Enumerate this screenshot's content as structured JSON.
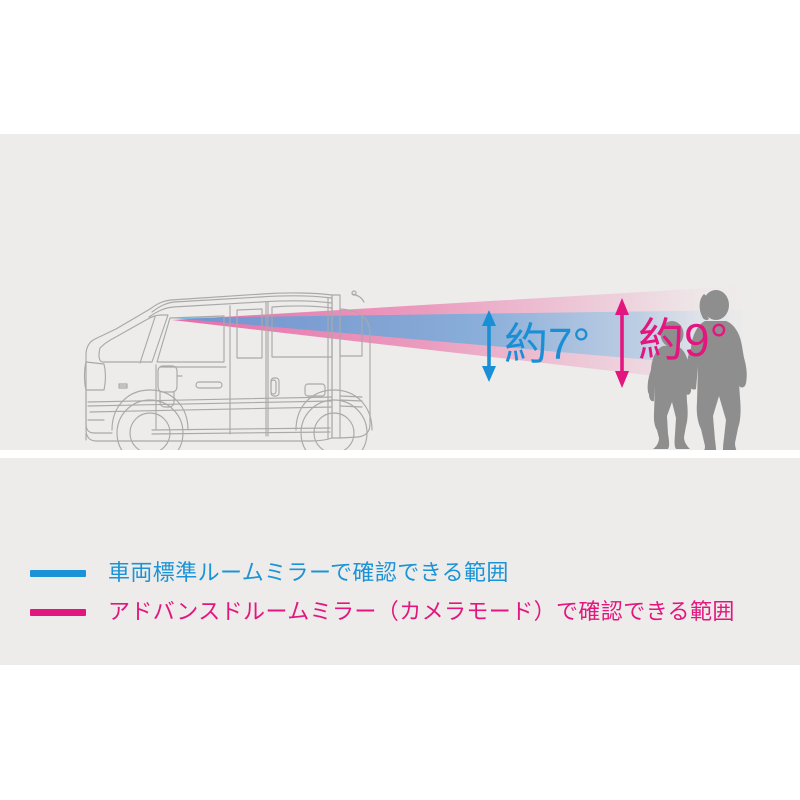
{
  "page": {
    "background_color": "#ffffff",
    "panel_color": "#edecea"
  },
  "diagram": {
    "title_hidden": "",
    "vehicle": {
      "name": "kei-van-side-view",
      "outline_color": "#a9a9a9",
      "description_hidden": ""
    },
    "pedestrians": {
      "adult_label": "adult-pedestrian-silhouette",
      "child_label": "child-pedestrian-silhouette",
      "color": "#8e8e8e"
    },
    "cones": [
      {
        "id": "standard-mirror-cone",
        "color": "#3aa6e0",
        "angle_text": "約7°",
        "origin": "room-mirror"
      },
      {
        "id": "advanced-mirror-cone",
        "color": "#e3167f",
        "angle_text": "約9°",
        "origin": "camera-mirror"
      }
    ],
    "annotations": [
      {
        "id": "angle-7",
        "text": "約7°",
        "color": "#1b8fd6",
        "arrow": "double-headed-vertical-arrow"
      },
      {
        "id": "angle-9",
        "text": "約9°",
        "color": "#e3167f",
        "arrow": "double-headed-vertical-arrow"
      }
    ]
  },
  "legend": {
    "items": [
      {
        "swatch_color": "#1b93d6",
        "label": "車両標準ルームミラーで確認できる範囲"
      },
      {
        "swatch_color": "#e3167f",
        "label": "アドバンスドルームミラー（カメラモード）で確認できる範囲"
      }
    ]
  }
}
